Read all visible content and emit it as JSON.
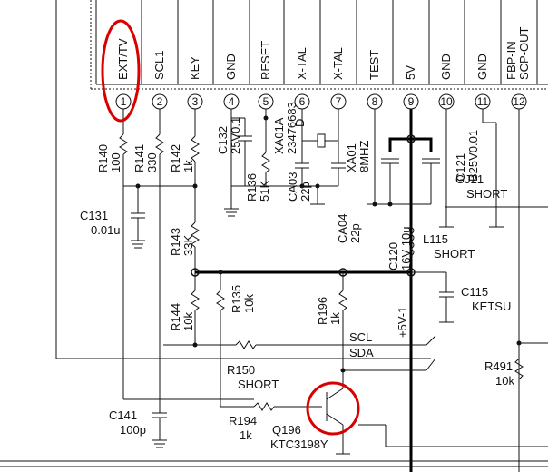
{
  "ic_pins": [
    {
      "num": "1",
      "name": "EXT/TV"
    },
    {
      "num": "2",
      "name": "SCL1"
    },
    {
      "num": "3",
      "name": "KEY"
    },
    {
      "num": "4",
      "name": "GND"
    },
    {
      "num": "5",
      "name": "RESET"
    },
    {
      "num": "6",
      "name": "X-TAL"
    },
    {
      "num": "7",
      "name": "X-TAL"
    },
    {
      "num": "8",
      "name": "TEST"
    },
    {
      "num": "9",
      "name": "5V"
    },
    {
      "num": "10",
      "name": "GND"
    },
    {
      "num": "11",
      "name": "GND"
    },
    {
      "num": "12",
      "name": "FBP-IN SCP-OUT"
    }
  ],
  "components": {
    "r140": [
      "R140",
      "100"
    ],
    "r141": [
      "R141",
      "330"
    ],
    "r142": [
      "R142",
      "1k"
    ],
    "c132": [
      "C132",
      "25V0.1"
    ],
    "r136": [
      "R136",
      "51K"
    ],
    "xa01a": [
      "XA01A",
      "23476683"
    ],
    "ca03": [
      "CA03",
      "22p"
    ],
    "xa01": [
      "XA01",
      "8MHZ"
    ],
    "c121": [
      "C121",
      "B25V0.01"
    ],
    "gj21": [
      "GJ21",
      "SHORT"
    ],
    "c131": [
      "C131",
      "0.01u"
    ],
    "r143": [
      "R143",
      "33K"
    ],
    "ca04": [
      "CA04",
      "22p"
    ],
    "c120": [
      "C120",
      "16V 10u"
    ],
    "l115": [
      "L115",
      "SHORT"
    ],
    "c115": [
      "C115",
      "KETSU"
    ],
    "r144": [
      "R144",
      "10k"
    ],
    "r135": [
      "R135",
      "10k"
    ],
    "r196": [
      "R196",
      "1k"
    ],
    "plus5v1": "+5V-1",
    "r150": [
      "R150",
      "SHORT"
    ],
    "r491": [
      "R491",
      "10k"
    ],
    "c141": [
      "C141",
      "100p"
    ],
    "r194": [
      "R194",
      "1k"
    ],
    "q196": [
      "Q196",
      "KTC3198Y"
    ],
    "d_label": "D"
  },
  "nets": {
    "scl": "SCL",
    "sda": "SDA"
  },
  "highlight_color": "#d90000"
}
